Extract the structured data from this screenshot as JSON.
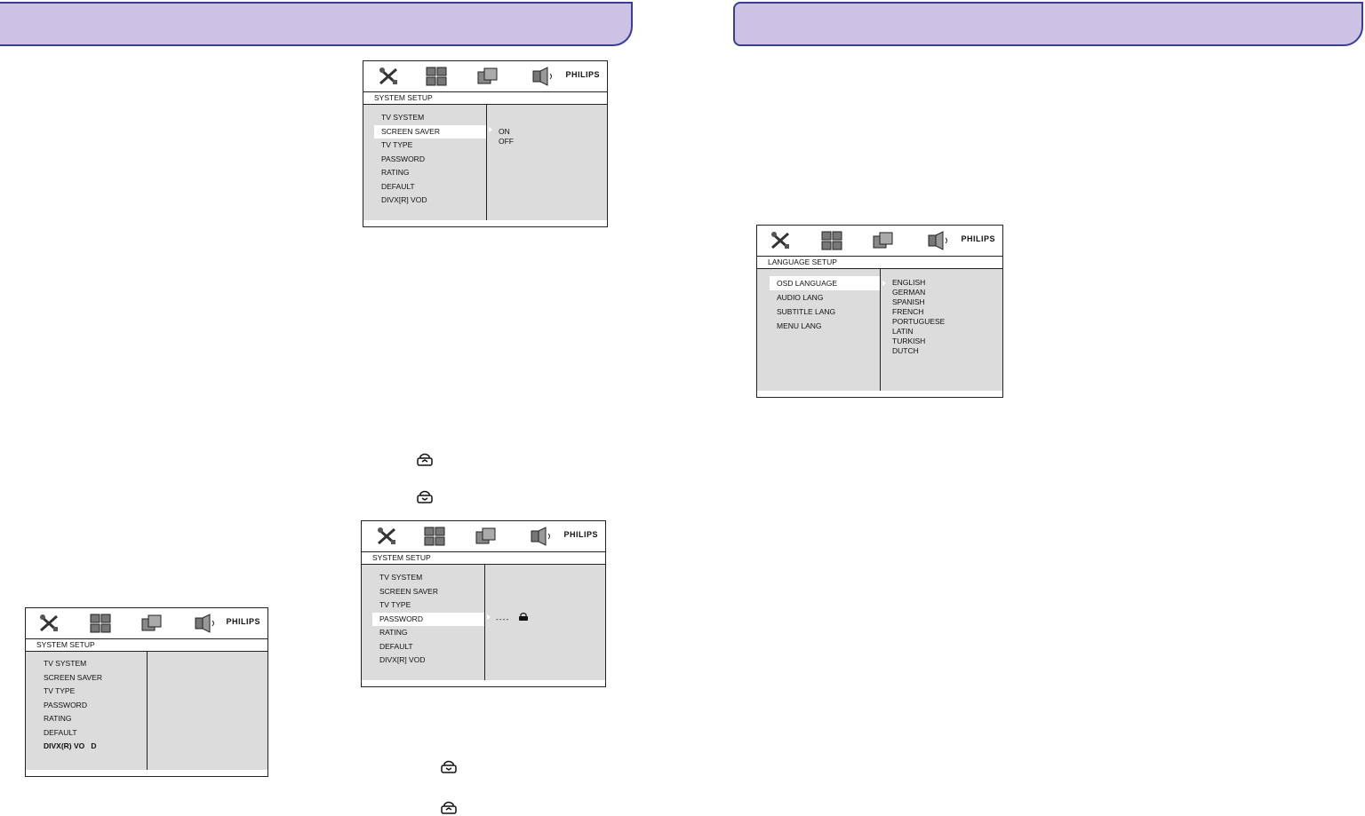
{
  "brand": "PHILIPS",
  "accent_color": "#cbc2e6",
  "border_color": "#3a3e92",
  "icons": [
    "settings-tools-icon",
    "video-grid-icon",
    "display-frames-icon",
    "speaker-icon",
    "lock-remote-icon"
  ],
  "system_menu": [
    "TV SYSTEM",
    "SCREEN SAVER",
    "TV TYPE",
    "PASSWORD",
    "RATING",
    "DEFAULT",
    "DIVX[R] VOD"
  ],
  "screens": {
    "screen_saver": {
      "title": "SYSTEM SETUP",
      "selected": "SCREEN SAVER",
      "options": [
        "ON",
        "OFF"
      ]
    },
    "password": {
      "title": "SYSTEM SETUP",
      "selected": "PASSWORD",
      "value": "----"
    },
    "divx": {
      "title": "SYSTEM SETUP",
      "last_item": "DIVX(R) VO   D"
    },
    "language": {
      "title": "LANGUAGE SETUP",
      "menu": [
        "OSD LANGUAGE",
        "AUDIO LANG",
        "SUBTITLE LANG",
        "MENU LANG"
      ],
      "selected": "OSD LANGUAGE",
      "options": [
        "ENGLISH",
        "GERMAN",
        "SPANISH",
        "FRENCH",
        "PORTUGUESE",
        "LATIN",
        "TURKISH",
        "DUTCH"
      ]
    }
  }
}
